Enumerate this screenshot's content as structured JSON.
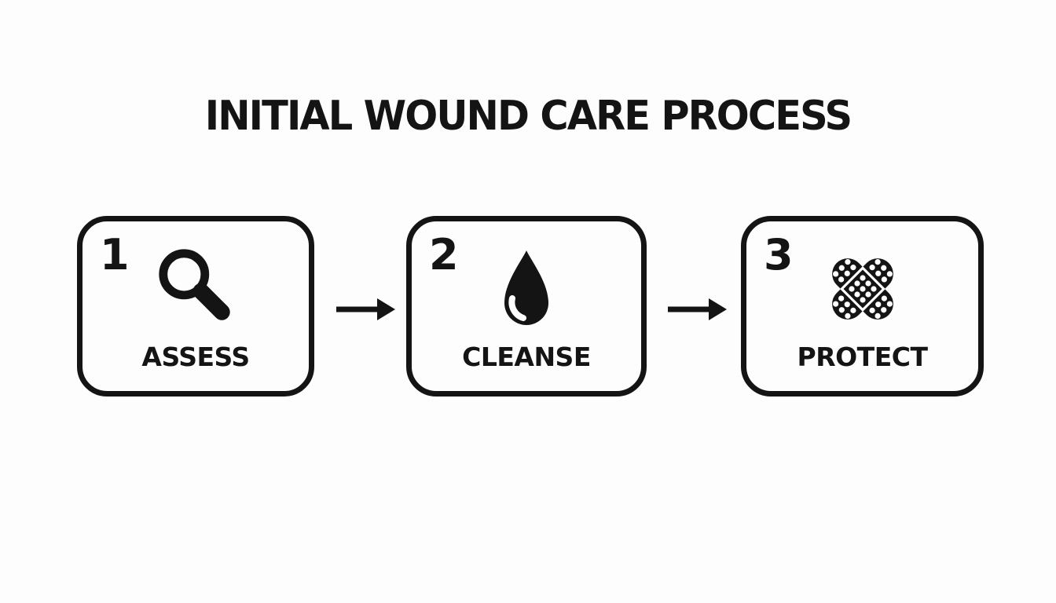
{
  "title": "INITIAL WOUND CARE PROCESS",
  "colors": {
    "ink": "#141414",
    "background": "#fdfdfd"
  },
  "steps": [
    {
      "number": "1",
      "label": "ASSESS",
      "icon": "magnifier-icon"
    },
    {
      "number": "2",
      "label": "CLEANSE",
      "icon": "water-drop-icon"
    },
    {
      "number": "3",
      "label": "PROTECT",
      "icon": "crossed-bandages-icon"
    }
  ],
  "connectors": [
    {
      "icon": "arrow-right-icon"
    },
    {
      "icon": "arrow-right-icon"
    }
  ]
}
